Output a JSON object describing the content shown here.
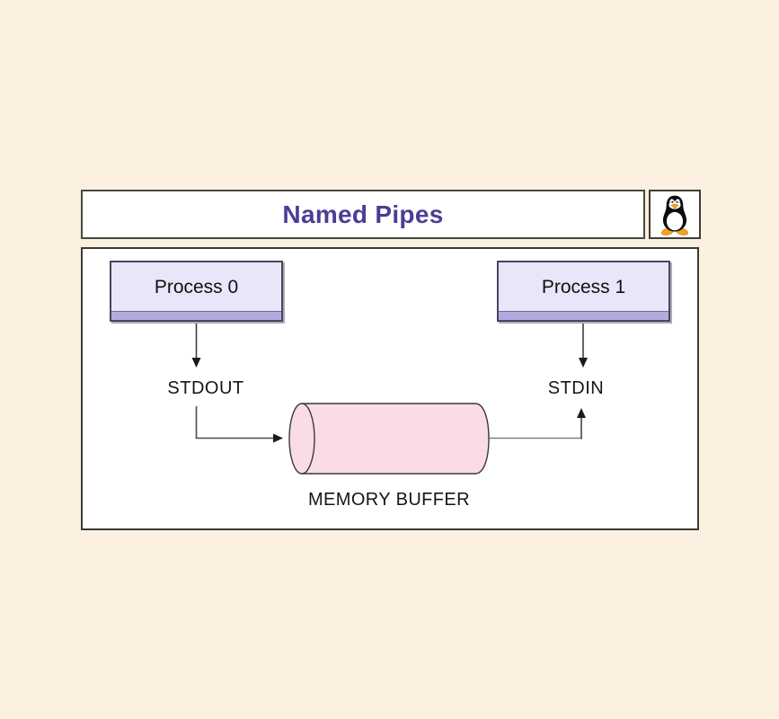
{
  "header": {
    "title": "Named Pipes",
    "title_color": "#4a3e95",
    "logo_icon": "tux-linux-logo"
  },
  "diagram": {
    "process0_label": "Process 0",
    "process1_label": "Process 1",
    "stdout_label": "STDOUT",
    "stdin_label": "STDIN",
    "buffer_label": "MEMORY BUFFER",
    "colors": {
      "page_background": "#fcf1e0",
      "panel_background": "#ffffff",
      "panel_border": "#3b3a33",
      "process_fill": "#e8e6f8",
      "process_strip": "#b2abdf",
      "process_border": "#46465a",
      "cylinder_fill": "#fadce4",
      "cylinder_stroke": "#3a3a3a",
      "arrow_line": "#404040",
      "connector_gray": "#808080",
      "tux_beak_feet": "#f6a21d"
    }
  }
}
